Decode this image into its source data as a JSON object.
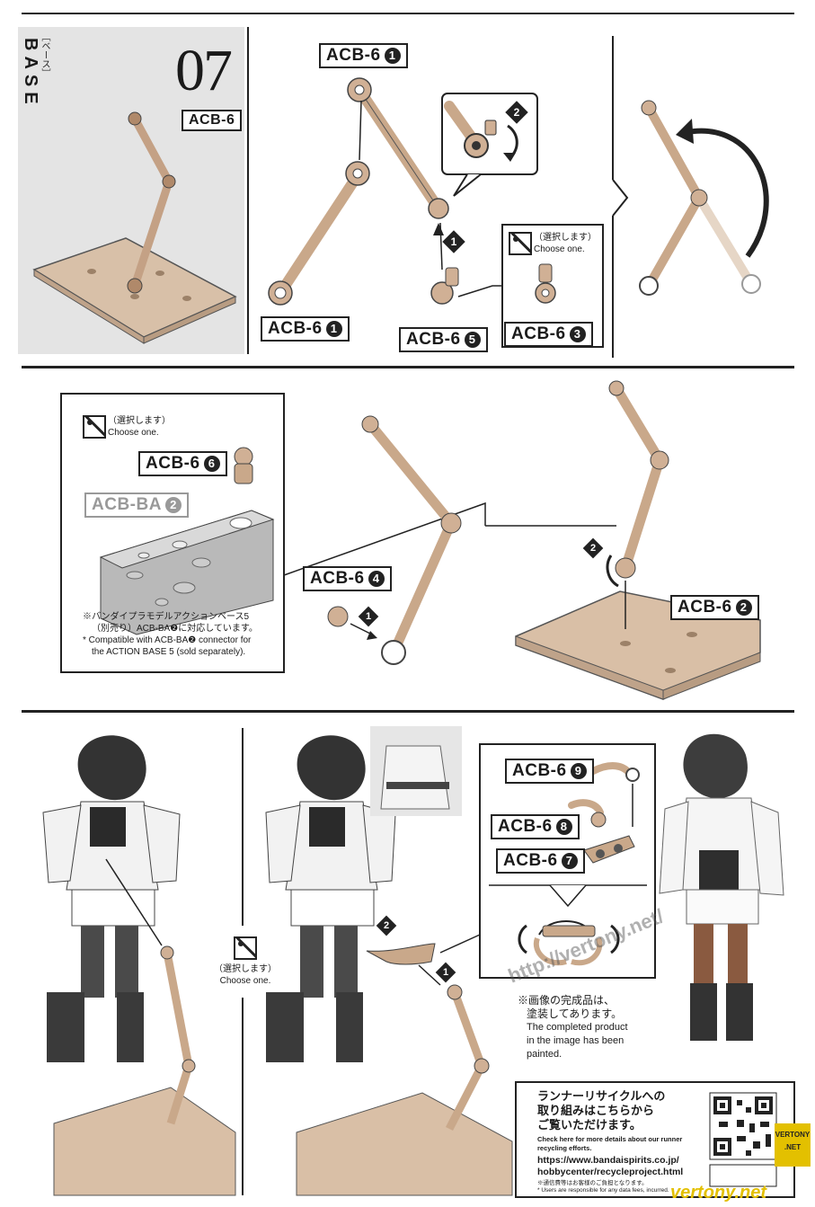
{
  "section": {
    "heading_ja": "［ベース］",
    "heading_en": "BASE",
    "step_number": "07",
    "part_code": "ACB-6"
  },
  "labels": {
    "acb6_1_top": {
      "code": "ACB-6",
      "num": "1"
    },
    "acb6_1_bottom": {
      "code": "ACB-6",
      "num": "1"
    },
    "acb6_5": {
      "code": "ACB-6",
      "num": "5"
    },
    "acb6_3": {
      "code": "ACB-6",
      "num": "3"
    },
    "acb6_6": {
      "code": "ACB-6",
      "num": "6"
    },
    "acbba_2": {
      "code": "ACB-BA",
      "num": "2"
    },
    "acb6_4": {
      "code": "ACB-6",
      "num": "4"
    },
    "acb6_2": {
      "code": "ACB-6",
      "num": "2"
    },
    "acb6_9": {
      "code": "ACB-6",
      "num": "9"
    },
    "acb6_8": {
      "code": "ACB-6",
      "num": "8"
    },
    "acb6_7": {
      "code": "ACB-6",
      "num": "7"
    }
  },
  "choose": {
    "ja": "（選択します）",
    "en": "Choose one."
  },
  "choose_side": {
    "ja": "（選択します）",
    "en": "Choose one."
  },
  "step_marks": {
    "one": "1",
    "two": "2"
  },
  "compat_note": {
    "ja_line1": "※バンダイプラモデルアクションベース5",
    "ja_line2": "（別売り）ACB-BA❷に対応しています。",
    "en_line1": "* Compatible with ACB-BA❷ connector for",
    "en_line2": "the ACTION BASE 5 (sold separately)."
  },
  "painted_note": {
    "ja_line1": "※画像の完成品は、",
    "ja_line2": "塗装してあります。",
    "en_line1": "The completed product",
    "en_line2": "in the image has been",
    "en_line3": "painted."
  },
  "recycle": {
    "ja_line1": "ランナーリサイクルへの",
    "ja_line2": "取り組みはこちらから",
    "ja_line3": "ご覧いただけます。",
    "en_line1": "Check here for more details about our runner",
    "en_line2": "recycling efforts.",
    "url_line1": "https://www.bandaispirits.co.jp/",
    "url_line2": "hobbycenter/recycleproject.html",
    "fine_print1": "※通信費等はお客様のご負担となります。",
    "fine_print2": "* Users are responsible for any data fees, incurred."
  },
  "watermark": {
    "url": "http://vertony.net/",
    "badge_line1": "VERTONY",
    "badge_line2": ".NET",
    "footer": "vertony.net"
  },
  "colors": {
    "ink": "#222222",
    "part_tan": "#c9a88a",
    "base_tan": "#d9bfa6",
    "figure_dark": "#3a3a3a",
    "watermark_yellow": "#e3c000"
  }
}
